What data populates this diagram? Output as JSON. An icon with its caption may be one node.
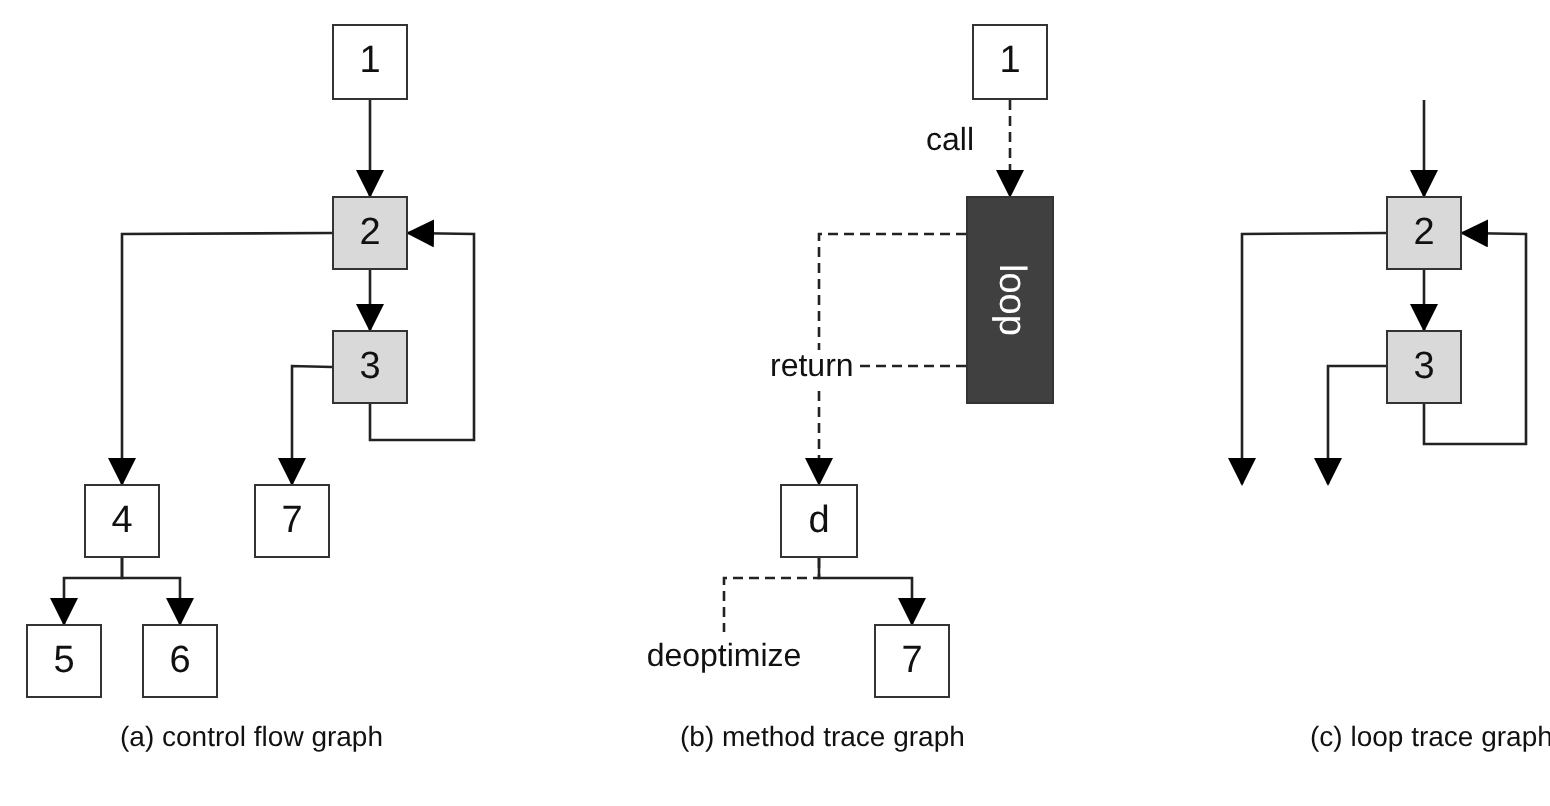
{
  "diagram": {
    "nodes": [
      {
        "text": [
          "1"
        ]
      },
      {
        "text": [
          "2"
        ]
      },
      {
        "text": [
          "3"
        ]
      },
      {
        "text": [
          "4"
        ]
      },
      {
        "text": [
          "7"
        ]
      },
      {
        "text": [
          "5"
        ]
      },
      {
        "text": [
          "6"
        ]
      },
      {
        "text": [
          "1"
        ]
      },
      {
        "text": [
          "loop"
        ]
      },
      {
        "text": [
          "d"
        ]
      },
      {
        "text": [
          "deoptimize"
        ]
      },
      {
        "text": [
          "7"
        ]
      },
      {
        "text": [
          "2"
        ]
      },
      {
        "text": [
          "3"
        ]
      }
    ],
    "edges": [
      {
        "from": 0,
        "to": 1,
        "arrow": "to"
      },
      {
        "from": 1,
        "to": 2,
        "arrow": "to"
      },
      {
        "from": 2,
        "to": 1,
        "arrow": "to"
      },
      {
        "from": 1,
        "to": 3,
        "arrow": "to"
      },
      {
        "from": 2,
        "to": 4,
        "arrow": "to"
      },
      {
        "from": 3,
        "to": 5,
        "arrow": "to"
      },
      {
        "from": 3,
        "to": 6,
        "arrow": "to"
      },
      {
        "from": 7,
        "to": 8,
        "arrow": "to",
        "label": "call",
        "style": "dashed"
      },
      {
        "from": 8,
        "to": 9,
        "arrow": "to",
        "label": "return",
        "style": "dashed"
      },
      {
        "from": 9,
        "to": 10,
        "arrow": "none",
        "style": "dashed"
      },
      {
        "from": 9,
        "to": 11,
        "arrow": "to"
      },
      {
        "from": null,
        "to": 12,
        "arrow": "to"
      },
      {
        "from": 12,
        "to": 13,
        "arrow": "to"
      },
      {
        "from": 13,
        "to": 12,
        "arrow": "to"
      },
      {
        "from": 12,
        "to": null,
        "arrow": "to"
      },
      {
        "from": 13,
        "to": null,
        "arrow": "to"
      }
    ],
    "labels": [
      "(a) control flow graph",
      "(b) method trace graph",
      "(c) loop trace graph"
    ]
  }
}
